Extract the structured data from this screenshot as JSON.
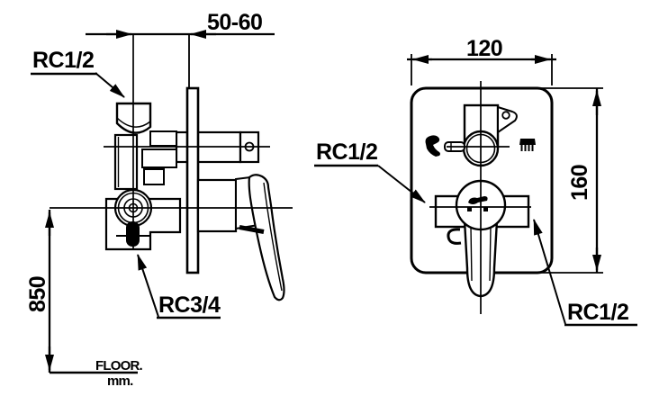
{
  "drawing": {
    "background": "#ffffff",
    "line_color": "#000000",
    "side_view": {
      "depth_dim": "50-60",
      "inlet_label": "RC1/2",
      "outlet_label": "RC3/4",
      "height_dim": "850",
      "floor_label": "FLOOR.",
      "floor_unit": "mm."
    },
    "front_view": {
      "width_dim": "120",
      "height_dim": "160",
      "left_port_label": "RC1/2",
      "right_port_label": "RC1/2",
      "icons": {
        "left": "hand-shower-icon",
        "right": "overhead-shower-icon"
      }
    }
  }
}
